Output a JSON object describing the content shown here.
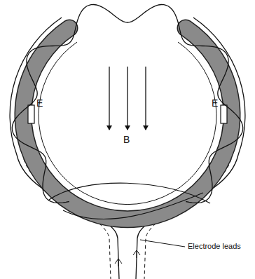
{
  "diagram": {
    "labels": [
      "E",
      "E",
      "B",
      "Electrode leads"
    ]
  }
}
